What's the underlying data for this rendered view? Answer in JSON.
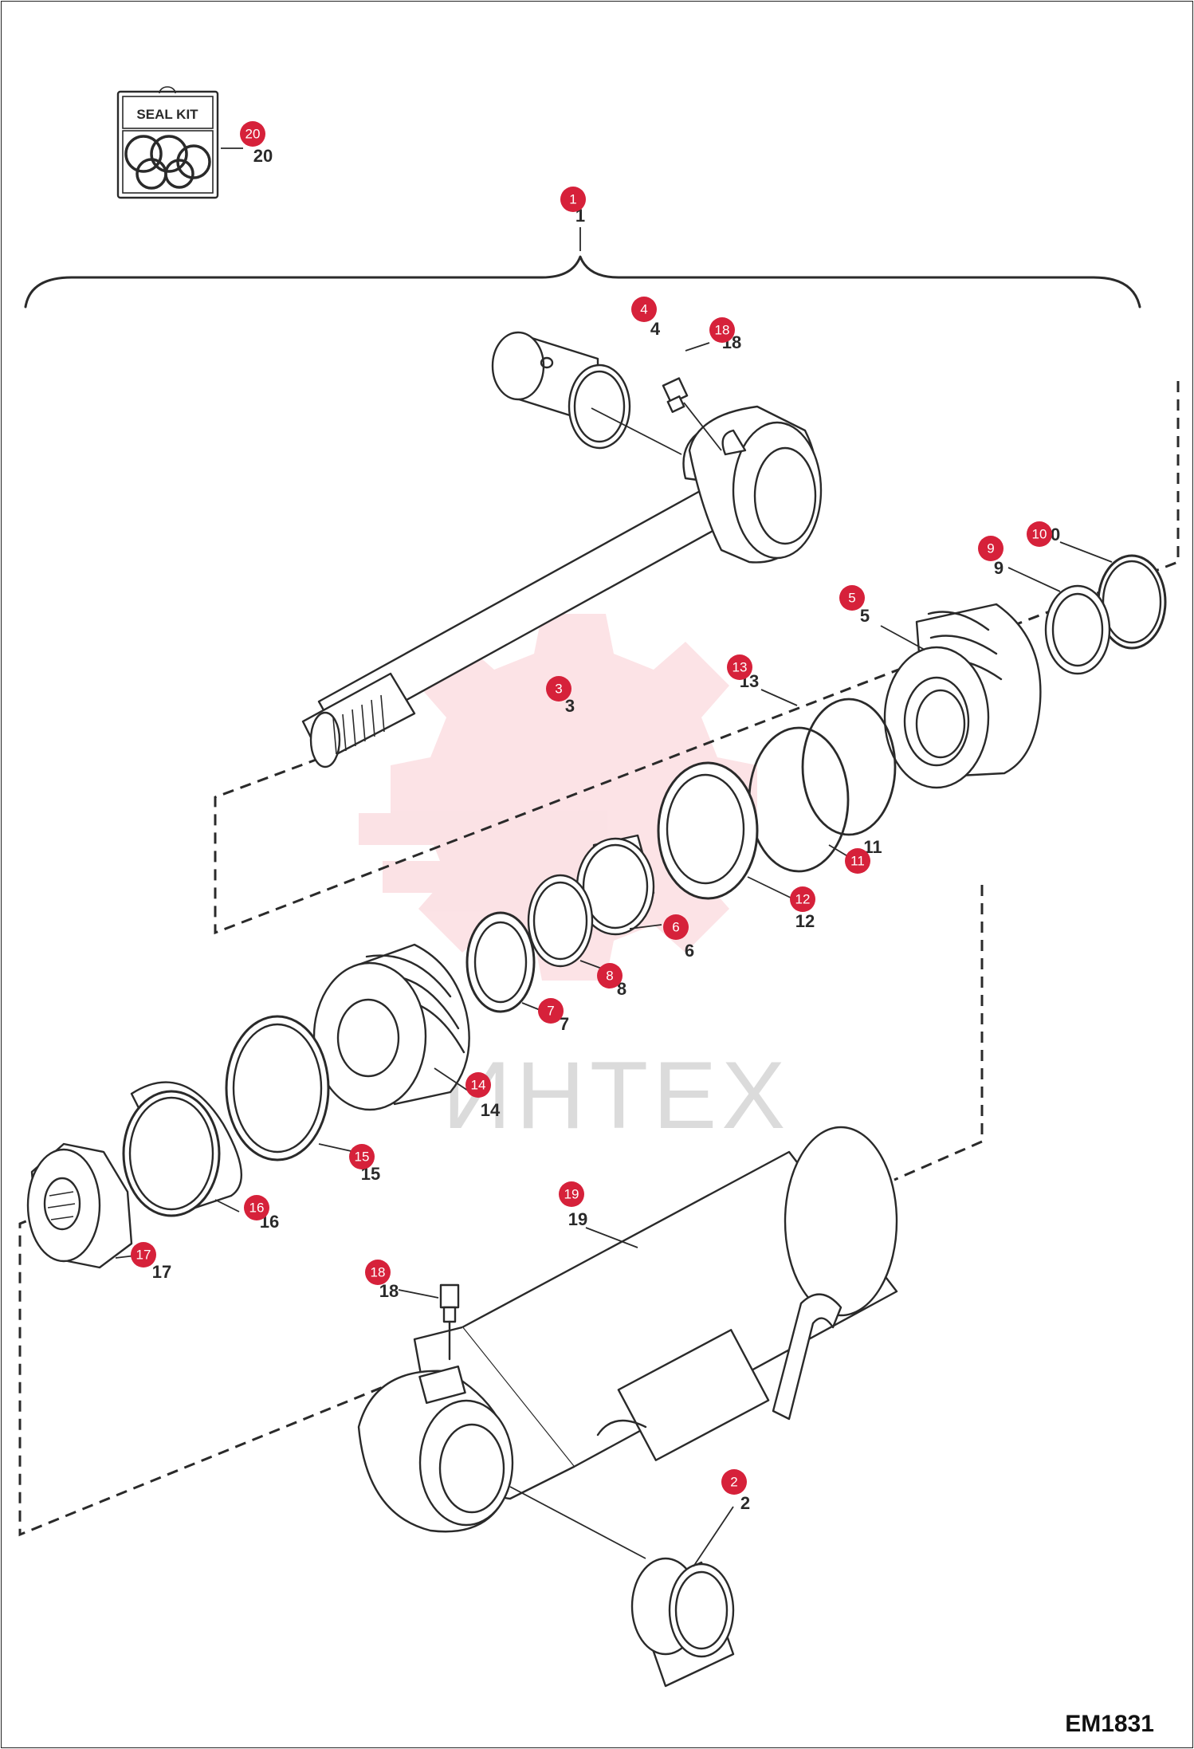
{
  "diagram": {
    "code": "EM1831",
    "watermark": "ИНТЕХ",
    "seal_kit_label": "SEAL KIT",
    "callouts": [
      {
        "id": "20",
        "label": "20"
      },
      {
        "id": "1",
        "label": "1"
      },
      {
        "id": "4",
        "label": "4"
      },
      {
        "id": "18a",
        "label": "18"
      },
      {
        "id": "10",
        "label": "10"
      },
      {
        "id": "9",
        "label": "9"
      },
      {
        "id": "5",
        "label": "5"
      },
      {
        "id": "13",
        "label": "13"
      },
      {
        "id": "3",
        "label": "3"
      },
      {
        "id": "11",
        "label": "11"
      },
      {
        "id": "12",
        "label": "12"
      },
      {
        "id": "6",
        "label": "6"
      },
      {
        "id": "8",
        "label": "8"
      },
      {
        "id": "7",
        "label": "7"
      },
      {
        "id": "14",
        "label": "14"
      },
      {
        "id": "15",
        "label": "15"
      },
      {
        "id": "16",
        "label": "16"
      },
      {
        "id": "17",
        "label": "17"
      },
      {
        "id": "19",
        "label": "19"
      },
      {
        "id": "18b",
        "label": "18"
      },
      {
        "id": "2",
        "label": "2"
      }
    ],
    "colors": {
      "badge": "#d6213a",
      "line": "#2a2a2a",
      "watermark": "#e8283c"
    }
  }
}
